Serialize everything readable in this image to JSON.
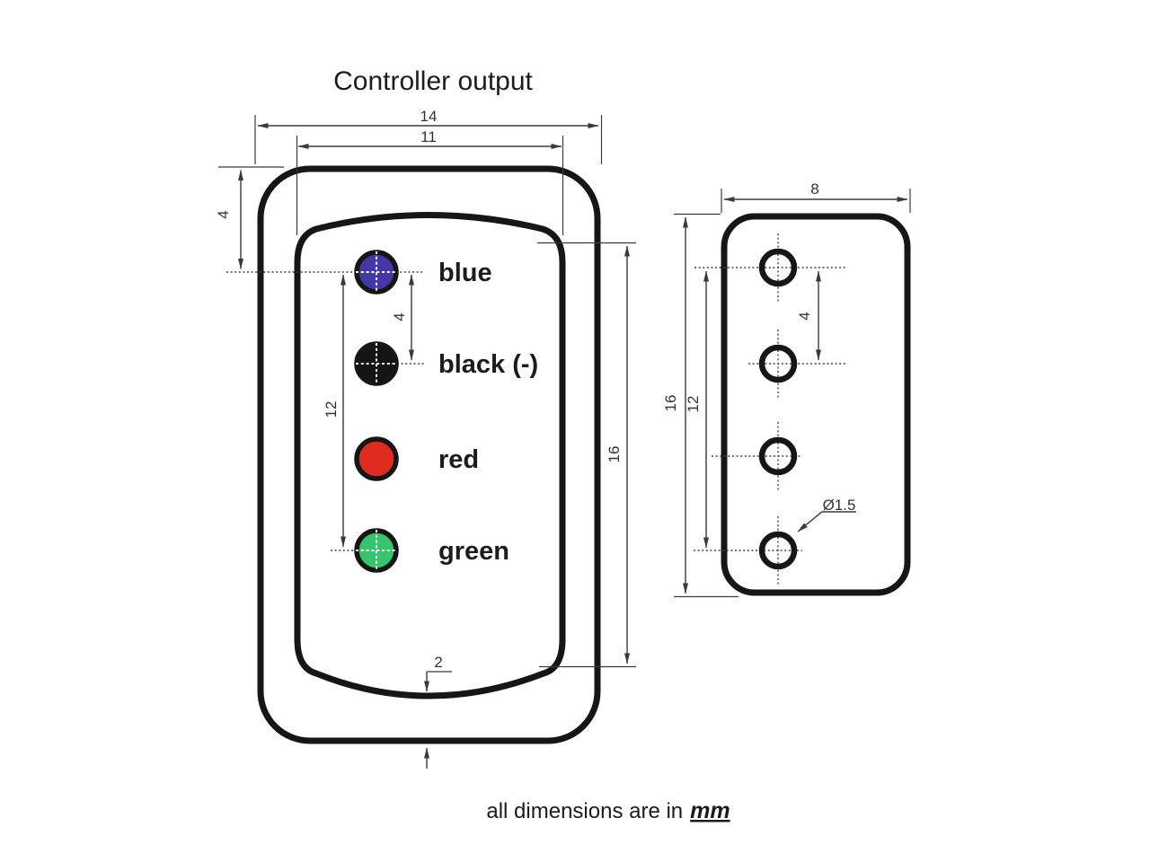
{
  "title": "Controller output",
  "footer": {
    "prefix": "all dimensions are in",
    "unit": "mm"
  },
  "left_figure": {
    "dimensions": {
      "outer_width": "14",
      "inner_width": "11",
      "top_to_first_pin": "4",
      "pin_pitch": "4",
      "first_to_last_pin": "12",
      "inner_height": "16",
      "bottom_gap": "2"
    },
    "pins": [
      {
        "label": "blue",
        "color": "#4338a8"
      },
      {
        "label": "black (-)",
        "color": "#141414"
      },
      {
        "label": "red",
        "color": "#df2c1f"
      },
      {
        "label": "green",
        "color": "#36c56c"
      }
    ]
  },
  "right_figure": {
    "dimensions": {
      "width": "8",
      "height": "16",
      "first_to_last_hole": "12",
      "hole_pitch": "4",
      "hole_diameter": "Ø1.5"
    }
  },
  "colors": {
    "outline": "#161616",
    "dimension": "#3a3a3a"
  }
}
